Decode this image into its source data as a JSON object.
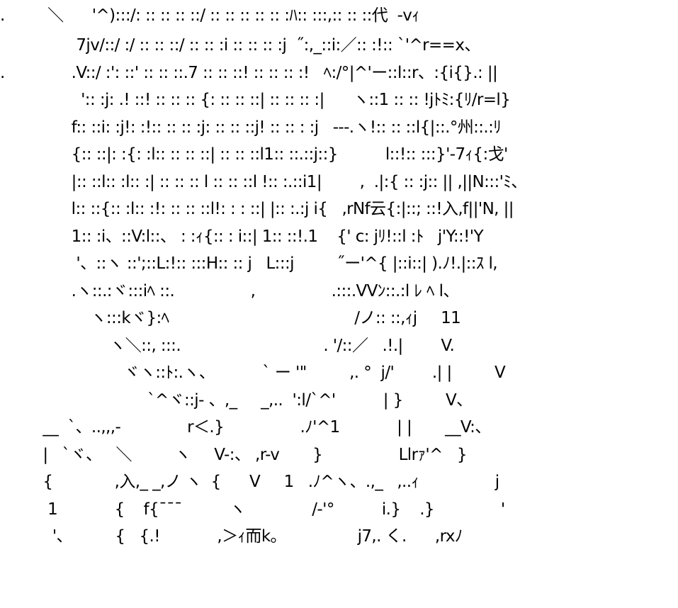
{
  "art": {
    "text_color": "#000000",
    "background": "#ffffff",
    "lines": [
      ".         ＼      '^):::/: :: :: :: ::/ :: :: :: :: :: :ﾊ:: :::,:: :: ::代  -vｨ",
      "                7jv/::/ :/ :: :: ::/ :: :: :i :: :: :: :j  ˝:,_::i:／:: :!:: `'^r==x、",
      ".              .V::/ :': ::' :: :: ::.7 :: :: ::! :: :: :: :!   ﾍ:/°|^'ー::l::r、:{i{}.: ||",
      "                 ':: :j: .! ::! :: :: :: {: :: :: ::| :: :: :: :|      ヽ::1 :: :: !jﾄﾐ:{ﾘ/r=l}",
      "               f:: ::i: :j!: :!:: :: :: :j: :: :: ::j! :: :: : :j   ---.ヽ!:: :: ::l{|::.°州::.:ﾘ",
      "               {:: ::|: :{: :l:: :: :: ::| :: :: ::l1:: ::.::j::}          l::!:: :::}'-7ｨ{:戈'",
      "               |:: ::l:: :l:: :| :: :: :: l :: :: ::l !:: :.::i1|        ,  .|:{ :: :j:: || ,||N:::'ﾐ、",
      "               l:: ::{:: :l:: :!: :: :: ::l!: : : ::| |:: :.:j i{   ,rNf云{:|::; ::!入,f||'N, ||",
      "               1:: :i、::V:l::、 : :ｨ{:: : i::| 1:: ::!.1    {' c: jﾘ!::l :ﾄ   j'Y::!'Y",
      "                '、::ヽ ::';::L:!:: :::H:: :: j   L:::j         ˝ー'^{ |::i::| ).ﾉ!.|::ｽ l,",
      "               .ヽ::.:ヾ:::iﾍ ::.                ,                .:::.VVﾝ::.:l ﾚ ﾍ l、",
      "                   ヽ:::kヾ}:ﾍ                                       /ノ:: ::,ｨj     11",
      "                       ヽ＼::, :::.                              . '/::／   .!.|        V.",
      "                          ヾヽ::ﾄ:.ヽ、          ` ー '\"         ,. °  j/'        .| |         V",
      "                               `^ヾ::j- 、,_     _,..  ':l/`^'          | }         V、",
      "         __  `、..,,,-              r＜.}                .ﾉ'^1            | |       __V:、",
      "         |   `ヾ、   ＼         ヽ     V-:、 ,r-v       }                Llrｧ'^   }",
      "         {             ,入,_ _,ノ ヽ  {      V     1   .ﾉ^ヽ、.,_   ,..ｨ                j",
      "          1            {    f{¯¯¯          ヽ              /-'°          i.}    .}              '",
      "           '、         {   {.!            ,＞ｨ而k。               j7,. く.      ,rxﾉ"
    ]
  }
}
